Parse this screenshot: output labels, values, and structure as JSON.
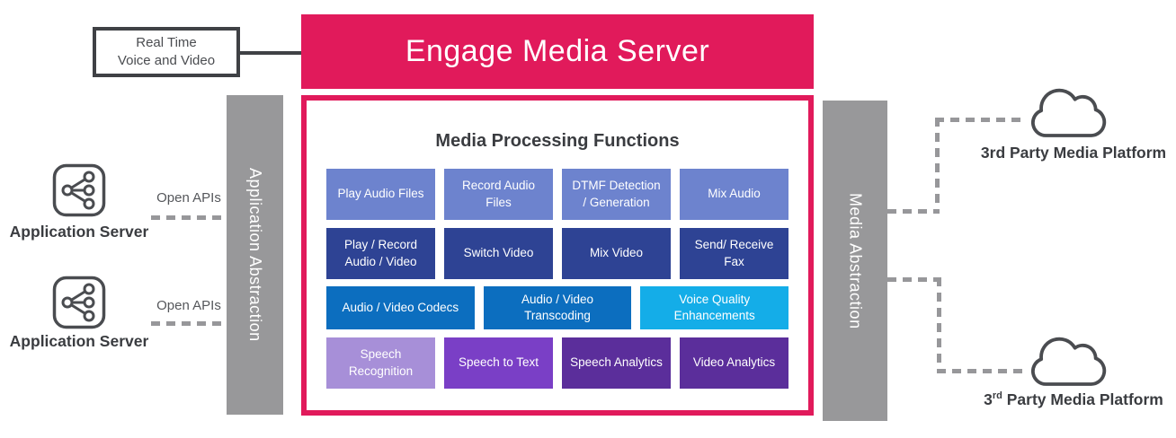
{
  "banner": {
    "title": "Engage Media Server",
    "bg": "#E11A5B"
  },
  "realtime_box": {
    "line1": "Real Time",
    "line2": "Voice and Video"
  },
  "left_bar": {
    "label": "Application Abstraction",
    "bg": "#98989A"
  },
  "right_bar": {
    "label": "Media Abstraction",
    "bg": "#98989A"
  },
  "app_servers": [
    {
      "label": "Application Server",
      "api_label": "Open APIs"
    },
    {
      "label": "Application Server",
      "api_label": "Open APIs"
    }
  ],
  "panel": {
    "title": "Media Processing Functions",
    "border_color": "#E11A5B",
    "rows": [
      {
        "items": [
          {
            "label": "Play Audio Files",
            "color": "#6D83CE"
          },
          {
            "label": "Record  Audio Files",
            "color": "#6D83CE"
          },
          {
            "label": "DTMF Detection / Generation",
            "color": "#6D83CE"
          },
          {
            "label": "Mix Audio",
            "color": "#6D83CE"
          }
        ]
      },
      {
        "items": [
          {
            "label": "Play / Record Audio / Video",
            "color": "#2E4394"
          },
          {
            "label": "Switch Video",
            "color": "#2E4394"
          },
          {
            "label": "Mix Video",
            "color": "#2E4394"
          },
          {
            "label": "Send/ Receive Fax",
            "color": "#2E4394"
          }
        ]
      },
      {
        "items": [
          {
            "label": "Audio / Video Codecs",
            "color": "#0C6EBF"
          },
          {
            "label": "Audio / Video Transcoding",
            "color": "#0C6EBF"
          },
          {
            "label": "Voice Quality Enhancements",
            "color": "#14ADE8"
          }
        ]
      },
      {
        "items": [
          {
            "label": "Speech Recognition",
            "color": "#A78FD8"
          },
          {
            "label": "Speech to Text",
            "color": "#7A3FC6"
          },
          {
            "label": "Speech Analytics",
            "color": "#5B2E9B"
          },
          {
            "label": "Video Analytics",
            "color": "#5B2E9B"
          }
        ]
      }
    ]
  },
  "platforms": [
    {
      "label": "3rd Party Media Platform"
    },
    {
      "num": "3",
      "sup": "rd",
      "rest": " Party Media Platform"
    }
  ]
}
